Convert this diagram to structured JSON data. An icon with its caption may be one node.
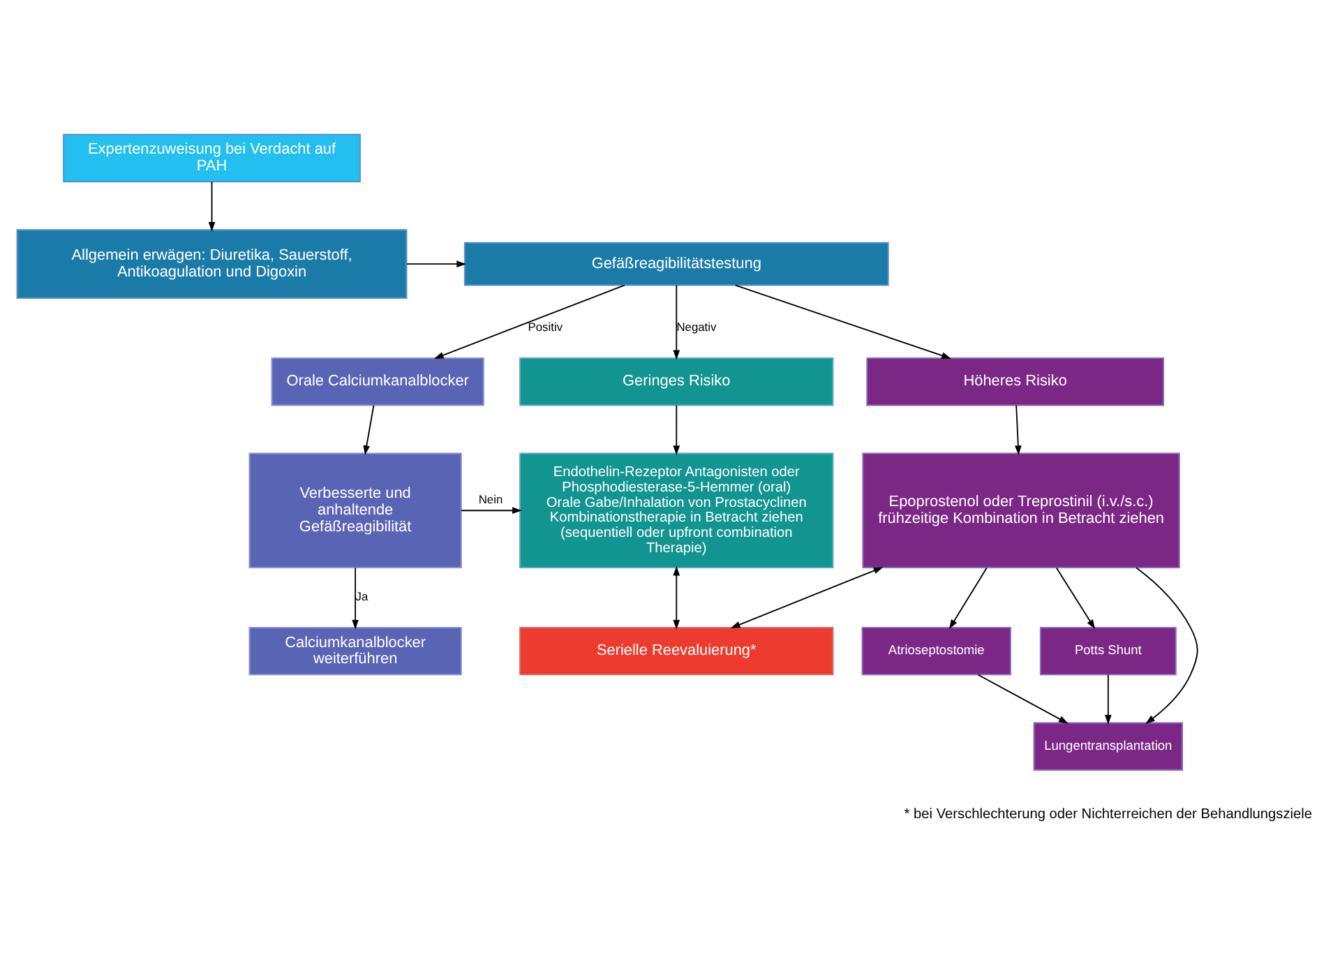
{
  "diagram": {
    "nodes": [
      {
        "text": [
          "Expertenzuweisung bei Verdacht auf PAH"
        ]
      },
      {
        "text": [
          "Allgemein erwägen: Diuretika, Sauerstoff, Antikoagulation und Digoxin"
        ]
      },
      {
        "text": [
          "Gefäßreagibilitätstestung"
        ]
      },
      {
        "text": [
          "Orale Calciumkanalblocker"
        ]
      },
      {
        "text": [
          "Geringes Risiko"
        ]
      },
      {
        "text": [
          "Höheres Risiko"
        ]
      },
      {
        "text": [
          "Verbesserte und anhaltende Gefäßreagibilität"
        ]
      },
      {
        "text": [
          "Endothelin-Rezeptor Antagonisten oder Phosphodiesterase-5-Hemmer (oral)",
          "Orale Gabe/Inhalation von Prostacyclinen",
          "Kombinationstherapie in Betracht ziehen (sequentiell oder upfront combination Therapie)"
        ]
      },
      {
        "text": [
          "Epoprostenol oder Treprostinil (i.v./s.c.)",
          "frühzeitige Kombination in Betracht ziehen"
        ]
      },
      {
        "text": [
          "Calciumkanalblocker weiterführen"
        ]
      },
      {
        "text": [
          "Serielle Reevaluierung*"
        ]
      },
      {
        "text": [
          "Atrioseptostomie"
        ]
      },
      {
        "text": [
          "Potts Shunt"
        ]
      },
      {
        "text": [
          "Lungentransplantation"
        ]
      }
    ],
    "edges": [
      {
        "from": 0,
        "to": 1,
        "arrow": "to"
      },
      {
        "from": 1,
        "to": 2,
        "arrow": "to"
      },
      {
        "from": 2,
        "to": 3,
        "arrow": "to",
        "label": "Positiv"
      },
      {
        "from": 2,
        "to": 4,
        "arrow": "to",
        "label": "Negativ"
      },
      {
        "from": 2,
        "to": 5,
        "arrow": "to"
      },
      {
        "from": 3,
        "to": 6,
        "arrow": "to"
      },
      {
        "from": 6,
        "to": 7,
        "arrow": "to",
        "label": "Nein"
      },
      {
        "from": 6,
        "to": 9,
        "arrow": "to",
        "label": "Ja"
      },
      {
        "from": 4,
        "to": 7,
        "arrow": "to"
      },
      {
        "from": 5,
        "to": 8,
        "arrow": "to"
      },
      {
        "from": 7,
        "to": 10,
        "arrow": "both"
      },
      {
        "from": 8,
        "to": 10,
        "arrow": "both"
      },
      {
        "from": 8,
        "to": 11,
        "arrow": "to"
      },
      {
        "from": 8,
        "to": 13,
        "arrow": "to"
      },
      {
        "from": 8,
        "to": 12,
        "arrow": "to"
      },
      {
        "from": 11,
        "to": 13,
        "arrow": "to"
      },
      {
        "from": 12,
        "to": 13,
        "arrow": "to"
      }
    ],
    "labels": [
      "* bei Verschlechterung oder Nichterreichen der Behandlungsziele"
    ]
  }
}
